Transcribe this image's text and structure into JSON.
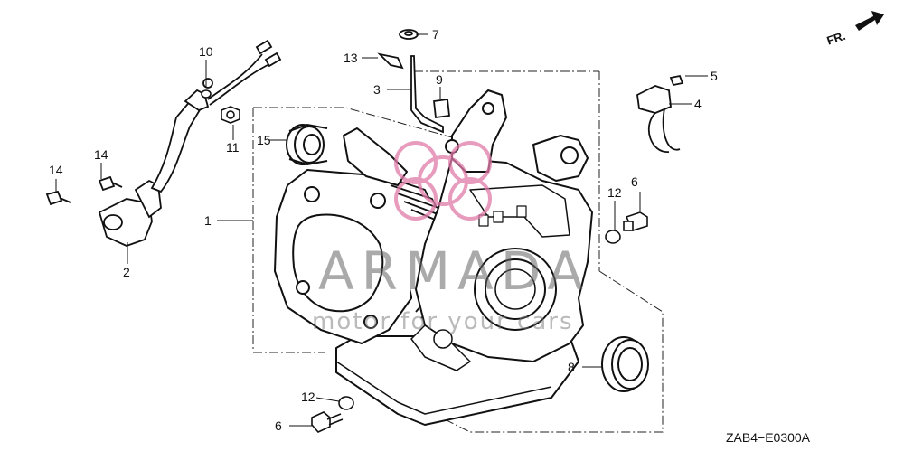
{
  "diagram": {
    "code": "ZAB4−E0300A",
    "front_marker": "FR.",
    "watermark": {
      "main": "ARMADA",
      "sub": "motor for your cars"
    },
    "callouts": [
      {
        "id": "c1",
        "label": "1"
      },
      {
        "id": "c2",
        "label": "2"
      },
      {
        "id": "c3",
        "label": "3"
      },
      {
        "id": "c4",
        "label": "4"
      },
      {
        "id": "c5",
        "label": "5"
      },
      {
        "id": "c6a",
        "label": "6"
      },
      {
        "id": "c6b",
        "label": "6"
      },
      {
        "id": "c7",
        "label": "7"
      },
      {
        "id": "c8",
        "label": "8"
      },
      {
        "id": "c9",
        "label": "9"
      },
      {
        "id": "c10",
        "label": "10"
      },
      {
        "id": "c11",
        "label": "11"
      },
      {
        "id": "c12a",
        "label": "12"
      },
      {
        "id": "c12b",
        "label": "12"
      },
      {
        "id": "c13",
        "label": "13"
      },
      {
        "id": "c14a",
        "label": "14"
      },
      {
        "id": "c14b",
        "label": "14"
      },
      {
        "id": "c15",
        "label": "15"
      }
    ]
  }
}
